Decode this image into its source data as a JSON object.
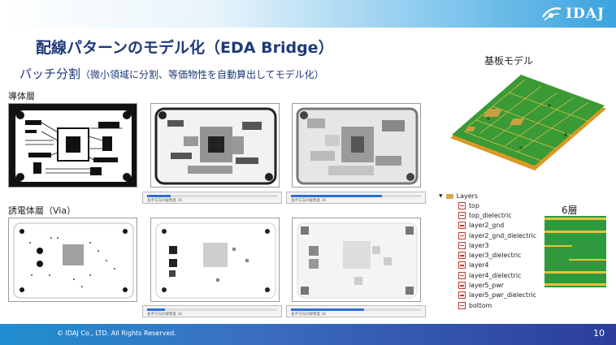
{
  "header": {
    "logo_text": "IDAJ",
    "title": "配線パターンのモデル化（EDA Bridge）",
    "subtitle": "パッチ分割",
    "subtitle_note": "（微小領域に分割、等価物性を自動算出してモデル化）"
  },
  "sections": {
    "conductor_label": "導体層",
    "dielectric_label": "誘電体層（Via）",
    "board_model_label": "基板モデル"
  },
  "sliders": {
    "caption": "長手方向の解像度 30",
    "top_row_fill": [
      0.0,
      0.18,
      0.7
    ],
    "bottom_row_fill": [
      0.0,
      0.14,
      0.56
    ]
  },
  "layers": {
    "root": "Layers",
    "items": [
      "top",
      "top_dielectric",
      "layer2_gnd",
      "layer2_gnd_dielectric",
      "layer3",
      "layer3_dielectric",
      "layer4",
      "layer4_dielectric",
      "layer5_pwr",
      "layer5_pwr_dielectric",
      "bottom"
    ]
  },
  "stack": {
    "label": "6層"
  },
  "footer": {
    "copyright": "© IDAJ Co., LTD. All Rights Reserved.",
    "page": "10"
  },
  "colors": {
    "title": "#1f3a7a",
    "accent_blue": "#3aa3dd",
    "pcb_green": "#2f9a3d",
    "copper": "#e6c23b"
  }
}
